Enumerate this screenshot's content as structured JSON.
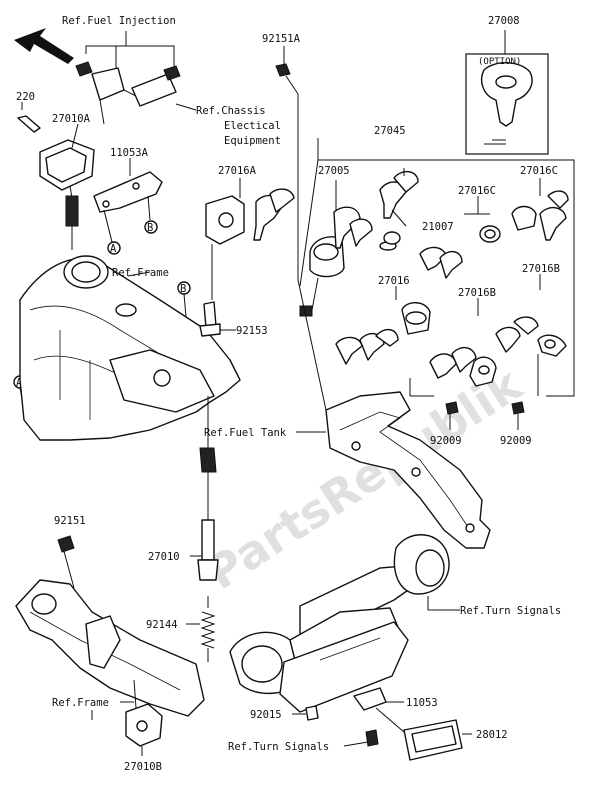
{
  "labels": {
    "ref_fuel_injection": "Ref.Fuel Injection",
    "ref_chassis_1": "Ref.Chassis",
    "ref_chassis_2": "Electical",
    "ref_chassis_3": "Equipment",
    "ref_frame_top": "Ref.Frame",
    "ref_fuel_tank": "Ref.Fuel Tank",
    "ref_frame_bottom": "Ref.Frame",
    "ref_turn_signals_right": "Ref.Turn Signals",
    "ref_turn_signals_bottom": "Ref.Turn Signals",
    "option": "(OPTION)",
    "callout_a": "A",
    "callout_b": "B"
  },
  "parts": {
    "p27008": "27008",
    "p92151A": "92151A",
    "p220": "220",
    "p27010A": "27010A",
    "p11053A": "11053A",
    "p27045": "27045",
    "p27016A": "27016A",
    "p27005": "27005",
    "p27016C_1": "27016C",
    "p27016C_2": "27016C",
    "p21007": "21007",
    "p27016": "27016",
    "p27016B_1": "27016B",
    "p27016B_2": "27016B",
    "p92153": "92153",
    "p92009_1": "92009",
    "p92009_2": "92009",
    "p92151": "92151",
    "p27010": "27010",
    "p92144": "92144",
    "p92015": "92015",
    "p11053": "11053",
    "p28012": "28012",
    "p27010B": "27010B"
  },
  "watermark": "PartsRepublik"
}
